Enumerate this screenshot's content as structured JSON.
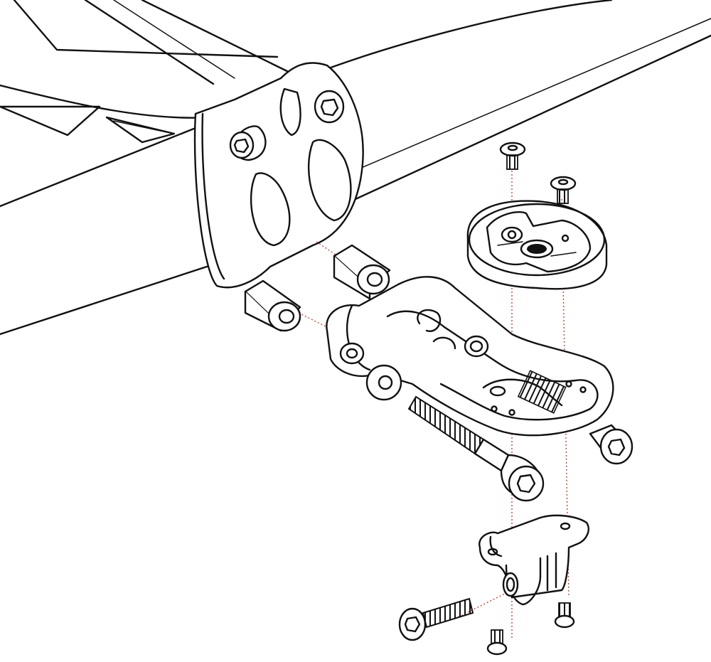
{
  "diagram": {
    "kind": "exploded assembly line drawing",
    "palette": {
      "line": "#111111",
      "background": "#ffffff",
      "guide": "#c0392b"
    },
    "parts": [
      {
        "id": "handlebar"
      },
      {
        "id": "stem-clamp"
      },
      {
        "id": "spacer-upper"
      },
      {
        "id": "spacer-lower"
      },
      {
        "id": "mount-arm"
      },
      {
        "id": "long-bolt"
      },
      {
        "id": "washer"
      },
      {
        "id": "computer-cradle"
      },
      {
        "id": "cradle-screw-left"
      },
      {
        "id": "cradle-screw-right"
      },
      {
        "id": "accessory-adapter"
      },
      {
        "id": "adapter-bolt"
      },
      {
        "id": "adapter-screw-left"
      },
      {
        "id": "adapter-screw-right"
      },
      {
        "id": "side-bolt-head"
      }
    ]
  }
}
